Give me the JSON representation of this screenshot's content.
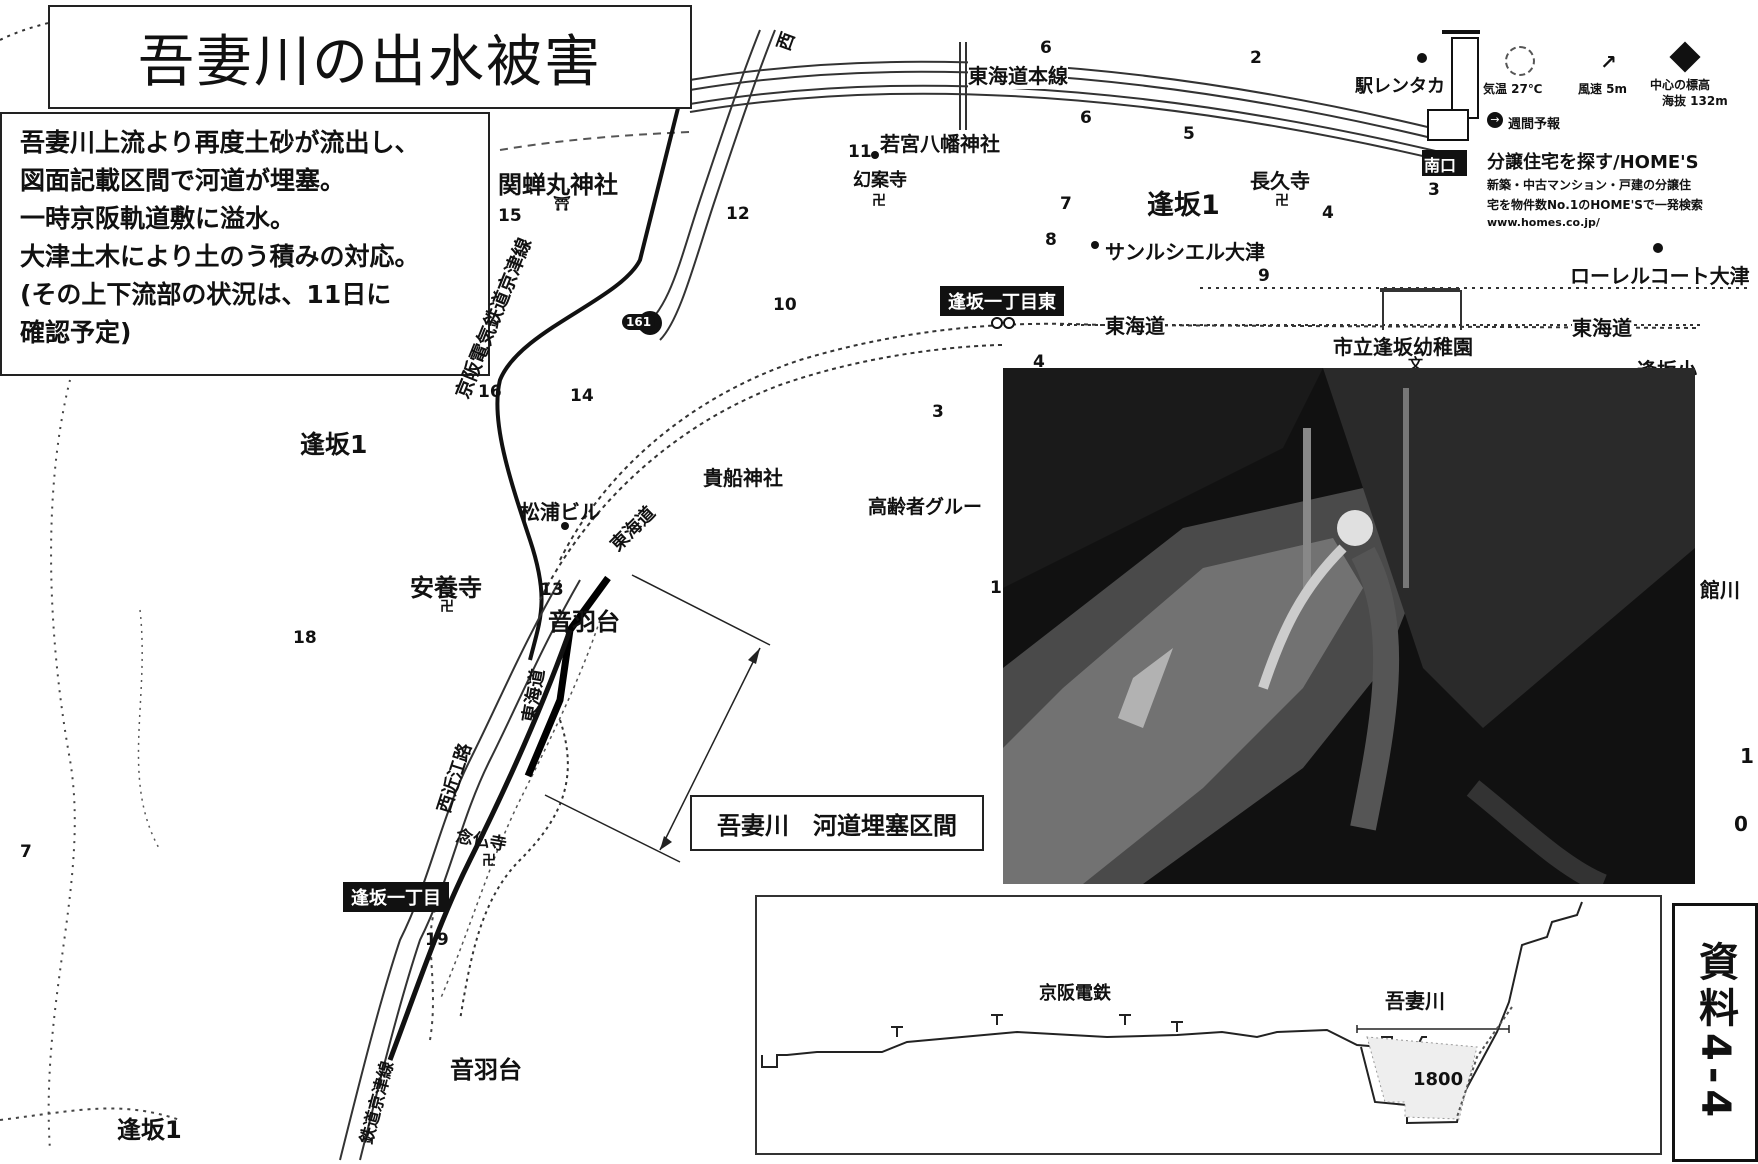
{
  "title": "吾妻川の出水被害",
  "note_lines": [
    "吾妻川上流より再度土砂が流出し、",
    "図面記載区間で河道が埋塞。",
    "一時京阪軌道敷に溢水。",
    "大津土木により土のう積みの対応。",
    "(その上下流部の状況は、11日に",
    "確認予定)"
  ],
  "map_labels": {
    "west_road_top": "西",
    "tokaido_main_line": "東海道本線",
    "rental": "駅レンタカ",
    "south_exit": "南口",
    "wakamiya": "若宮八幡神社",
    "genanji": "幻案寺",
    "chokyuji": "長久寺",
    "osaka1_top": "逢坂1",
    "sunciel": "サンルシエル大津",
    "laurel": "ローレルコート大津",
    "semimaru": "関蝉丸神社",
    "keihan_line": "京阪電気鉄道京津線",
    "route161": "161",
    "osaka1chome_higashi": "逢坂一丁目東",
    "tokaido_1": "東海道",
    "tokaido_2": "東海道",
    "kindergarten": "市立逢坂幼稚園",
    "school_mark": "文",
    "osaka_elem": "逢坂小",
    "osaka1_left": "逢坂1",
    "kifune": "貴船神社",
    "matsuura": "松浦ビル",
    "tokaido_diag": "東海道",
    "elderly": "高齢者グルー",
    "anyoji": "安養寺",
    "otowadai": "音羽台",
    "tokaido_vert": "東海道",
    "nishi_omi": "西近江路",
    "nenbutsuji": "念仏寺",
    "osaka1chome_stn": "逢坂一丁目",
    "keishin_bottom": "鉄道京津線",
    "otowadai_bottom": "音羽台",
    "osaka1_bottom": "逢坂1",
    "right_edge_river": "館川",
    "right_edge_0": "0",
    "right_edge_1": "1"
  },
  "block_numbers": [
    "6",
    "2",
    "6",
    "5",
    "11",
    "7",
    "4",
    "3",
    "8",
    "9",
    "15",
    "12",
    "10",
    "16",
    "14",
    "3",
    "4",
    "13",
    "18",
    "1",
    "19",
    "7"
  ],
  "weather": {
    "temp": "気温 27℃",
    "wind": "風速 5m",
    "center_elev": "中心の標高",
    "elev_value": "海抜 132m",
    "forecast": "週間予報"
  },
  "ad": {
    "head": "分譲住宅を探す/HOME'S",
    "line1": "新築・中古マンション・戸建の分譲住",
    "line2": "宅を物件数No.1のHOME'Sで一発検索",
    "url": "www.homes.co.jp/"
  },
  "callout": "吾妻川　河道埋塞区間",
  "section": {
    "keihan": "京阪電鉄",
    "river": "吾妻川",
    "dimension": "1800"
  },
  "shiryo": "資料4-4"
}
